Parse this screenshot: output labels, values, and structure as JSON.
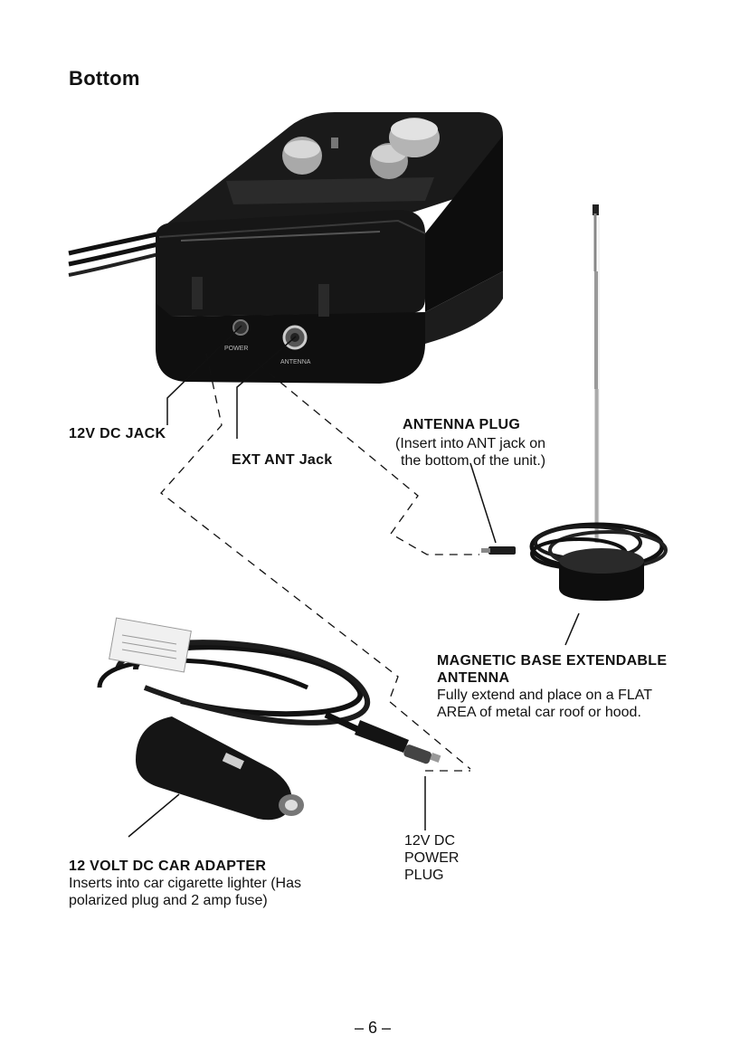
{
  "section_title": "Bottom",
  "callouts": {
    "dc_jack": "12V DC JACK",
    "ext_ant": "EXT ANT Jack",
    "antenna_plug": {
      "title": "ANTENNA PLUG",
      "desc1": "(Insert into ANT jack on",
      "desc2": "the bottom of the unit.)"
    },
    "mag_antenna": {
      "title1": "MAGNETIC BASE EXTENDABLE",
      "title2": "ANTENNA",
      "desc1": "Fully extend and place on a FLAT",
      "desc2": "AREA of metal car roof or hood."
    },
    "power_plug": {
      "line1": "12V DC",
      "line2": "POWER",
      "line3": "PLUG"
    },
    "car_adapter": {
      "title": "12 VOLT DC CAR ADAPTER",
      "desc1": "Inserts into car cigarette lighter (Has",
      "desc2": "polarized plug and 2 amp fuse)"
    }
  },
  "unit_labels": {
    "power": "POWER",
    "antenna": "ANTENNA"
  },
  "page_number": "– 6 –"
}
